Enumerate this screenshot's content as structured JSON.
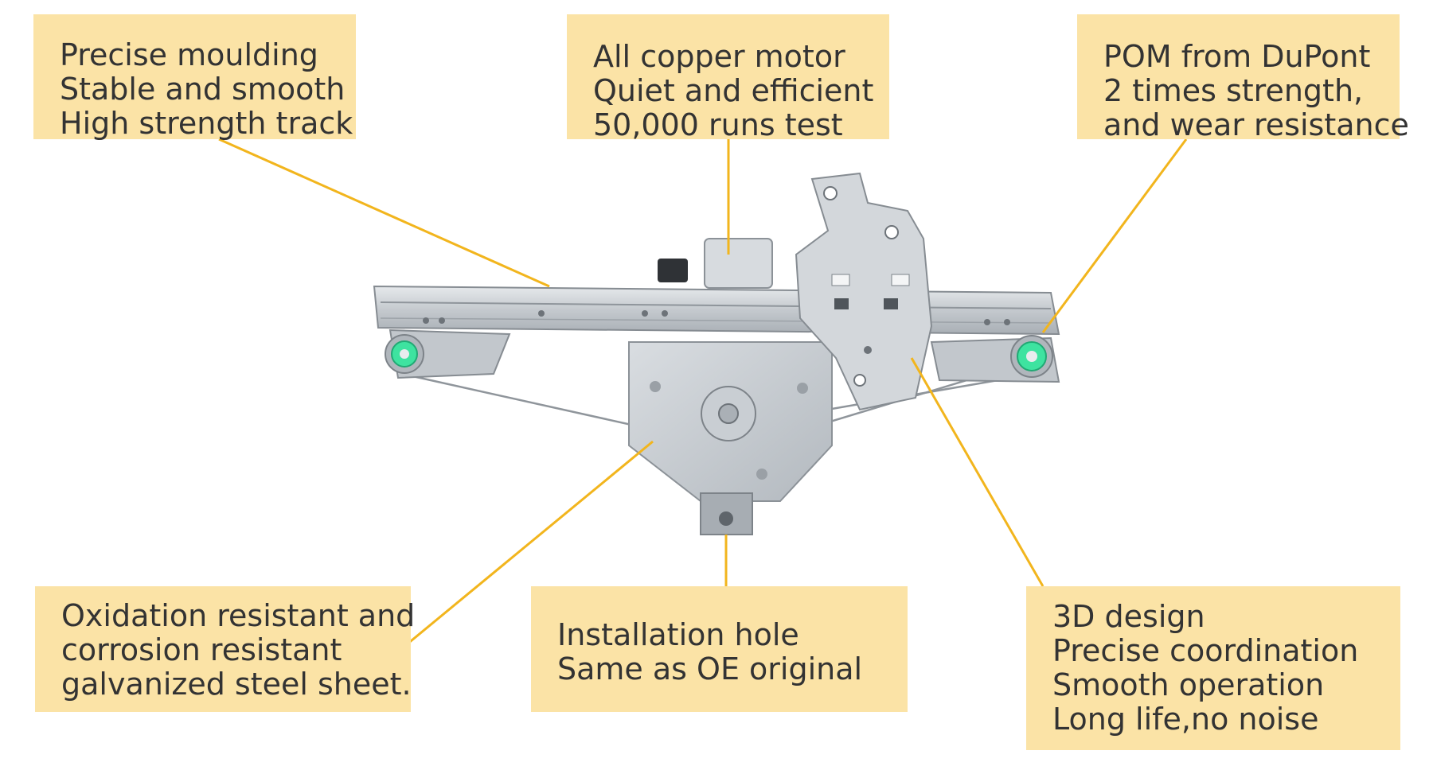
{
  "colors": {
    "box_bg": "#fbe3a6",
    "text": "#333333",
    "leader": "#f2b51d",
    "roller": "#3ee3a0",
    "metal": "#c9ced3"
  },
  "product": {
    "icon": "window-regulator-illustration"
  },
  "callouts": [
    {
      "id": "track",
      "lines": [
        "Precise moulding",
        "Stable and smooth",
        "High strength track"
      ]
    },
    {
      "id": "motor",
      "lines": [
        "All copper motor",
        "Quiet and efficient",
        "50,000 runs test"
      ]
    },
    {
      "id": "pom",
      "lines": [
        "POM from DuPont",
        "2 times strength,",
        "and wear resistance"
      ]
    },
    {
      "id": "steel",
      "lines": [
        "Oxidation resistant and",
        "corrosion resistant",
        "galvanized steel sheet."
      ]
    },
    {
      "id": "hole",
      "lines": [
        "Installation hole",
        "Same as OE original"
      ]
    },
    {
      "id": "design",
      "lines": [
        "3D design",
        "Precise coordination",
        "Smooth operation",
        "Long life,no noise"
      ]
    }
  ]
}
